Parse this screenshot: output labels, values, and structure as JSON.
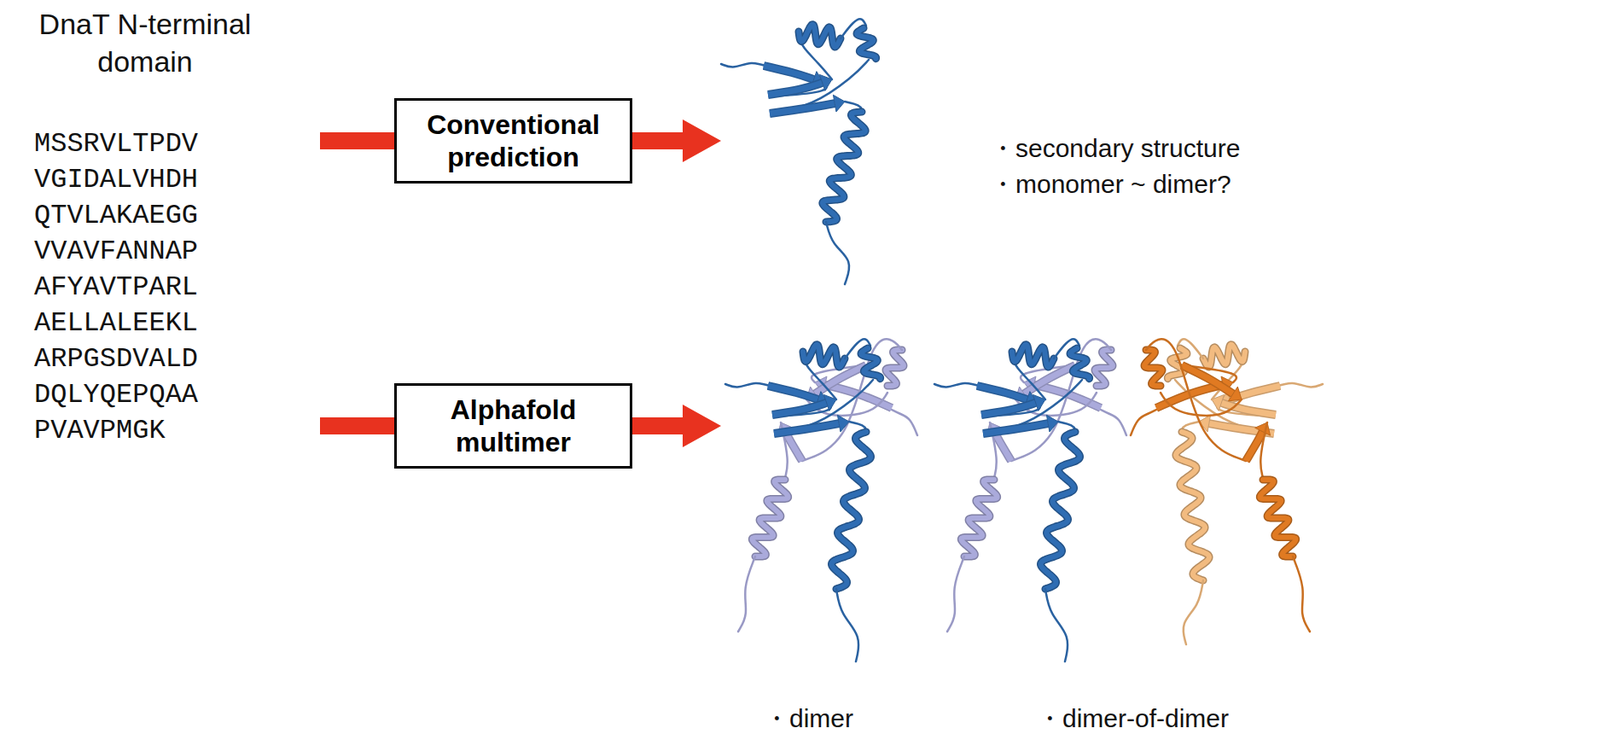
{
  "diagram": {
    "title": "DnaT N-terminal domain",
    "nodes": [
      {
        "text": [
          "Conventional prediction"
        ]
      },
      {
        "text": [
          "Alphafold multimer"
        ]
      }
    ],
    "labels": [
      "MSSRVLTPDV",
      "VGIDALVHDH",
      "QTVLAKAEGG",
      "VVAVFANNAP",
      "AFYAVTPARL",
      "AELLALEEKL",
      "ARPGSDVALD",
      "DQLYQEPQAA",
      "PVAVPMGK",
      "・secondary structure",
      "・monomer ~ dimer?",
      "・dimer",
      "・dimer-of-dimer"
    ]
  }
}
